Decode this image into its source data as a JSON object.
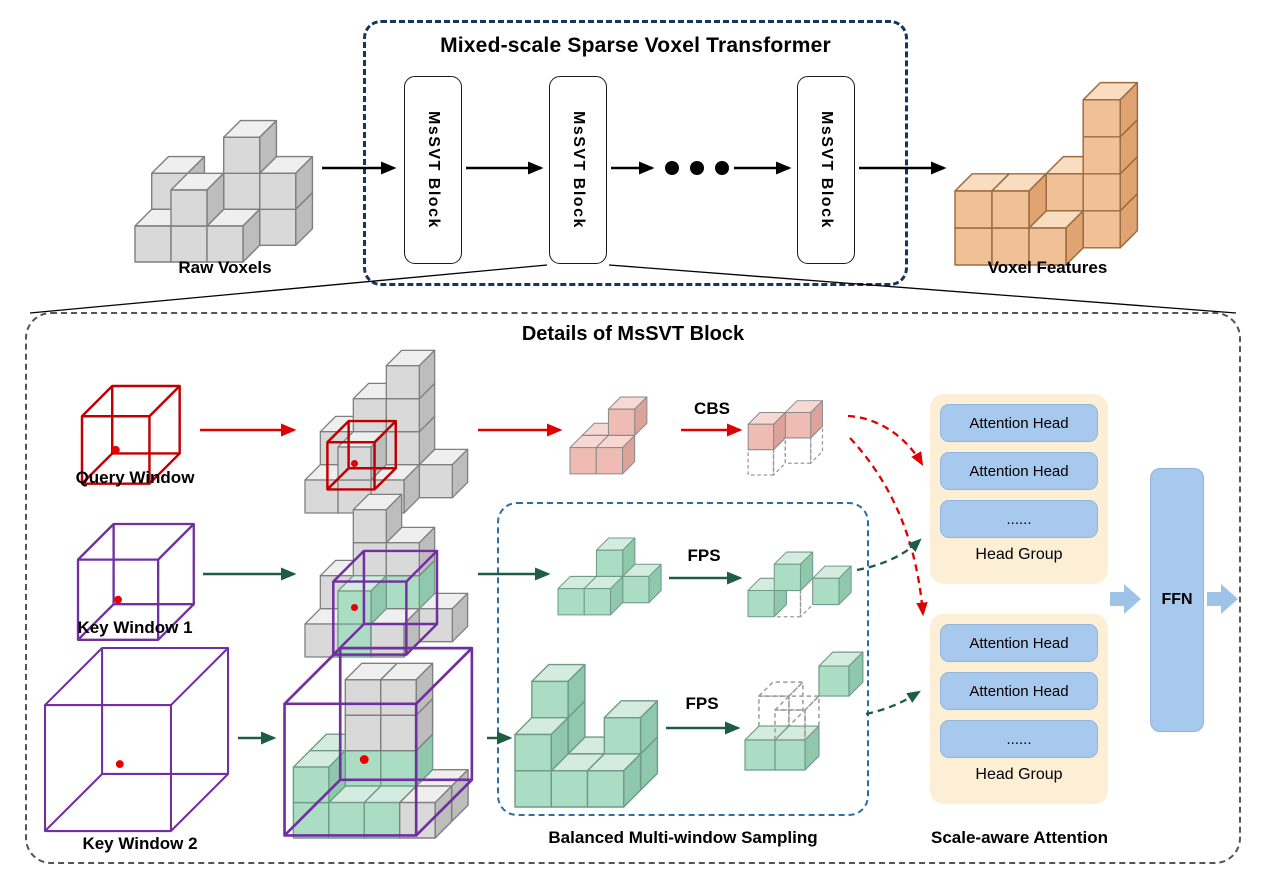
{
  "figure": {
    "top": {
      "title": "Mixed-scale Sparse Voxel Transformer",
      "raw_voxels_label": "Raw Voxels",
      "voxel_features_label": "Voxel Features",
      "blocks": [
        {
          "label": "MsSVT Block"
        },
        {
          "label": "MsSVT Block"
        },
        {
          "label": "MsSVT Block"
        }
      ]
    },
    "details": {
      "title": "Details of MsSVT Block",
      "query_window_label": "Query Window",
      "key_window1_label": "Key Window 1",
      "key_window2_label": "Key Window 2",
      "cbs_label": "CBS",
      "fps1_label": "FPS",
      "fps2_label": "FPS",
      "sampling_box_label": "Balanced Multi-window Sampling",
      "attention_section_label": "Scale-aware Attention",
      "ffn_label": "FFN",
      "head_groups": [
        {
          "rows": [
            "Attention Head",
            "Attention Head",
            "......"
          ],
          "label": "Head Group"
        },
        {
          "rows": [
            "Attention Head",
            "Attention Head",
            "......"
          ],
          "label": "Head Group"
        }
      ]
    },
    "colors": {
      "raw_voxel_gray": "#d9d9d9",
      "feature_voxel_orange": "#f0c196",
      "sampled_pink": "#efbcb3",
      "sampled_green": "#abdcc4",
      "query_red": "#c00000",
      "key_purple": "#7030a0",
      "green_arrow": "#1e5c45",
      "attention_blue": "#a8c9ee",
      "head_group_cream": "#fdeed6",
      "sampling_border_blue": "#2b6ea4"
    }
  }
}
